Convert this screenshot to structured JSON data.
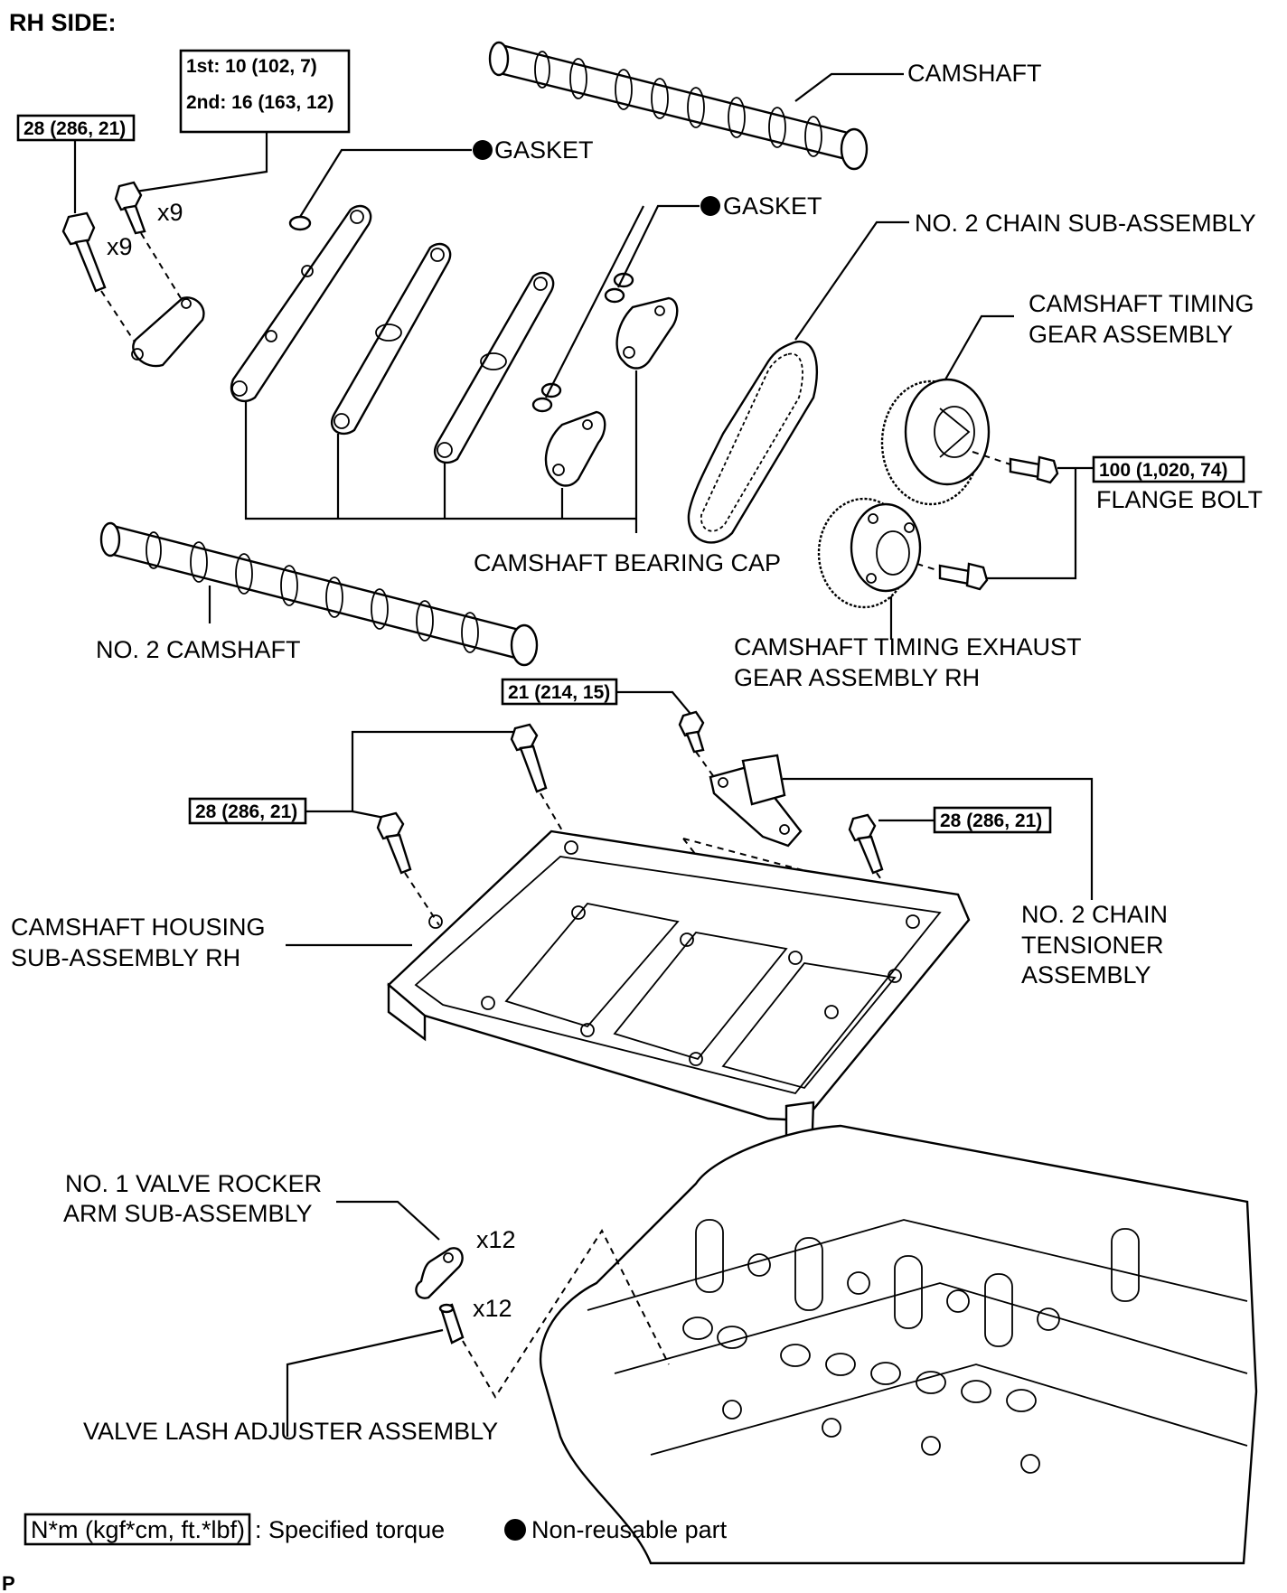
{
  "title": "RH SIDE:",
  "labels": {
    "camshaft": "CAMSHAFT",
    "gasket_1": "GASKET",
    "gasket_2": "GASKET",
    "no2_chain": "NO. 2 CHAIN SUB-ASSEMBLY",
    "timing_gear_l1": "CAMSHAFT TIMING",
    "timing_gear_l2": "GEAR ASSEMBLY",
    "flange_bolt": "FLANGE BOLT",
    "bearing_cap": "CAMSHAFT BEARING CAP",
    "no2_camshaft": "NO. 2 CAMSHAFT",
    "exhaust_gear_l1": "CAMSHAFT TIMING EXHAUST",
    "exhaust_gear_l2": "GEAR ASSEMBLY RH",
    "housing_l1": "CAMSHAFT HOUSING",
    "housing_l2": "SUB-ASSEMBLY RH",
    "tensioner_l1": "NO. 2 CHAIN",
    "tensioner_l2": "TENSIONER",
    "tensioner_l3": "ASSEMBLY",
    "rocker_l1": "NO. 1 VALVE ROCKER",
    "rocker_l2": "ARM SUB-ASSEMBLY",
    "lash_adjuster": "VALVE LASH ADJUSTER ASSEMBLY"
  },
  "quantities": {
    "cap_bolt_large": "x9",
    "cap_bolt_small": "x9",
    "rocker": "x12",
    "adjuster": "x12"
  },
  "torques": {
    "cap_bolt_large": "28 (286, 21)",
    "cap_bolt_small_1st": "1st: 10 (102, 7)",
    "cap_bolt_small_2nd": "2nd: 16 (163, 12)",
    "flange_bolt": "100 (1,020, 74)",
    "tensioner_bolt": "21 (214, 15)",
    "housing_bolt_left": "28 (286, 21)",
    "housing_bolt_right": "28 (286, 21)"
  },
  "legend": {
    "torque_box": "N*m (kgf*cm, ft.*lbf)",
    "torque_text": ": Specified torque",
    "non_reusable": "Non-reusable part"
  },
  "footer_code": "P"
}
